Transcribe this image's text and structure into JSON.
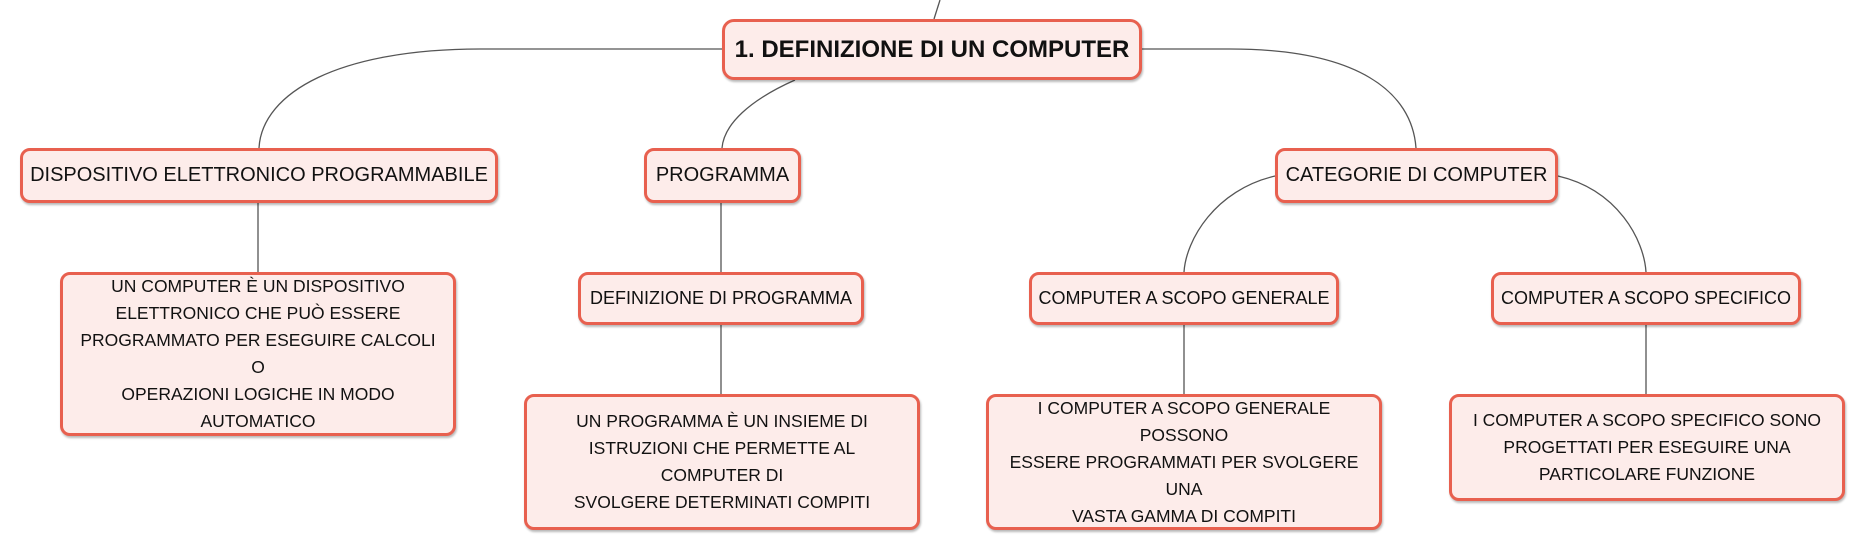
{
  "mindmap": {
    "root": {
      "label": "1. DEFINIZIONE DI UN COMPUTER"
    },
    "branches": [
      {
        "label": "DISPOSITIVO ELETTRONICO PROGRAMMABILE",
        "detail_lines": [
          "UN COMPUTER È UN DISPOSITIVO",
          "ELETTRONICO CHE PUÒ ESSERE",
          "PROGRAMMATO PER ESEGUIRE CALCOLI O",
          "OPERAZIONI LOGICHE IN MODO",
          "AUTOMATICO"
        ]
      },
      {
        "label": "PROGRAMMA",
        "child": {
          "label": "DEFINIZIONE DI PROGRAMMA",
          "detail_lines": [
            "UN PROGRAMMA È UN INSIEME DI",
            "ISTRUZIONI CHE PERMETTE AL COMPUTER DI",
            "SVOLGERE DETERMINATI COMPITI"
          ]
        }
      },
      {
        "label": "CATEGORIE DI COMPUTER",
        "children": [
          {
            "label": "COMPUTER A SCOPO GENERALE",
            "detail_lines": [
              "I COMPUTER A SCOPO GENERALE POSSONO",
              "ESSERE PROGRAMMATI PER SVOLGERE UNA",
              "VASTA GAMMA DI COMPITI"
            ]
          },
          {
            "label": "COMPUTER A SCOPO SPECIFICO",
            "detail_lines": [
              "I COMPUTER A SCOPO SPECIFICO SONO",
              "PROGETTATI PER ESEGUIRE UNA",
              "PARTICOLARE FUNZIONE"
            ]
          }
        ]
      }
    ]
  },
  "colors": {
    "node_fill": "#fdecea",
    "node_border": "#e8604f",
    "connector": "#555555"
  }
}
